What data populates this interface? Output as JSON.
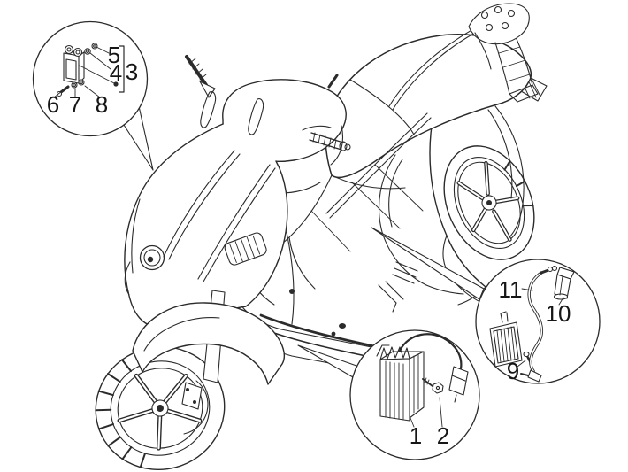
{
  "diagram": {
    "background_color": "#ffffff",
    "line_color": "#2b2b2b",
    "labels": {
      "n1": "1",
      "n2": "2",
      "n3": "3",
      "n4": "4",
      "n5": "5",
      "n6": "6",
      "n7": "7",
      "n8": "8",
      "n9": "9",
      "n10": "10",
      "n11": "11"
    },
    "callouts": [
      {
        "id": "front-device-detail",
        "label_ids": [
          "3",
          "4",
          "5",
          "6",
          "7",
          "8"
        ]
      },
      {
        "id": "voltage-regulator-detail",
        "label_ids": [
          "1",
          "2"
        ]
      },
      {
        "id": "ecu-spark-plug-detail",
        "label_ids": [
          "9",
          "10",
          "11"
        ]
      }
    ]
  }
}
